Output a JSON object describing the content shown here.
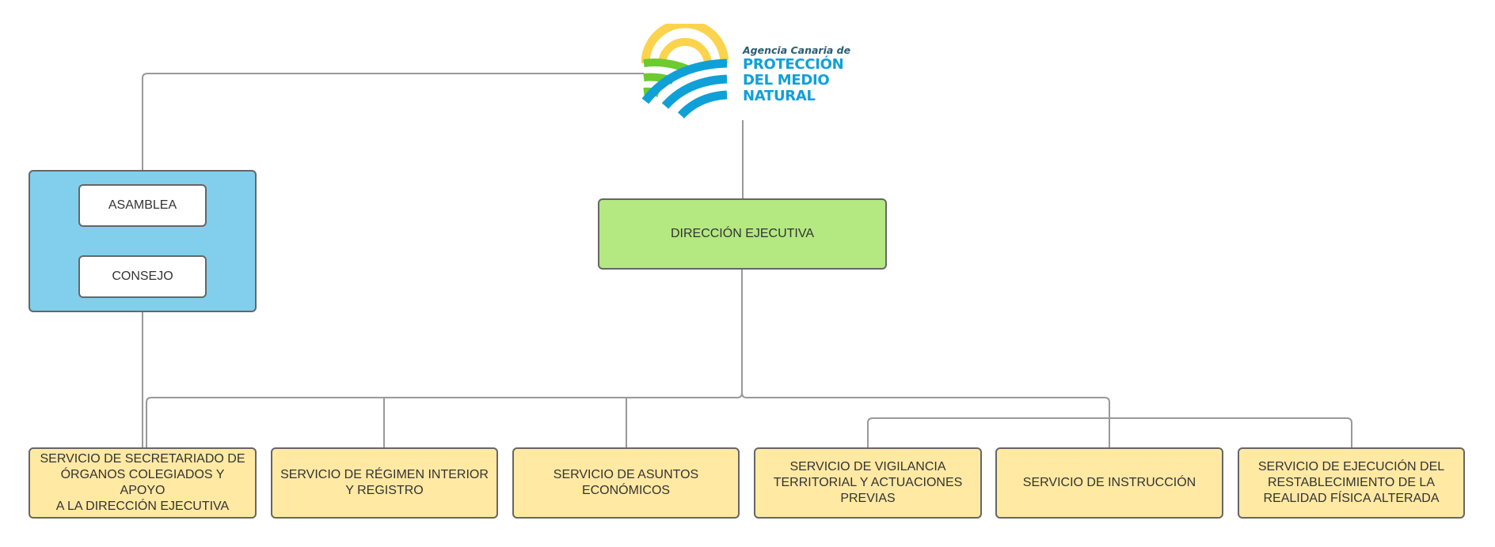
{
  "logo": {
    "line1": "Agencia Canaria de",
    "line2": "PROTECCIÓN",
    "line3": "DEL MEDIO",
    "line4": "NATURAL",
    "icon": "sun-over-fields-logo-icon",
    "colors": {
      "sun": "#fcd34d",
      "fields": "#6ccb2e",
      "waves": "#0fa0d8"
    }
  },
  "governance": {
    "items": [
      {
        "label": "ASAMBLEA"
      },
      {
        "label": "CONSEJO"
      }
    ],
    "color": "#81cfed"
  },
  "executive": {
    "label": "DIRECCIÓN EJECUTIVA",
    "color": "#b4e881"
  },
  "services": {
    "color": "#ffe9a3",
    "items": [
      {
        "label": "SERVICIO DE SECRETARIADO DE\nÓRGANOS COLEGIADOS Y APOYO\nA LA DIRECCIÓN EJECUTIVA"
      },
      {
        "label": "SERVICIO DE RÉGIMEN INTERIOR\nY REGISTRO"
      },
      {
        "label": "SERVICIO DE ASUNTOS\nECONÓMICOS"
      },
      {
        "label": "SERVICIO DE VIGILANCIA\nTERRITORIAL Y ACTUACIONES\nPREVIAS"
      },
      {
        "label": "SERVICIO DE INSTRUCCIÓN"
      },
      {
        "label": "SERVICIO DE EJECUCIÓN DEL\nRESTABLECIMIENTO DE LA\nREALIDAD FÍSICA ALTERADA"
      }
    ]
  }
}
